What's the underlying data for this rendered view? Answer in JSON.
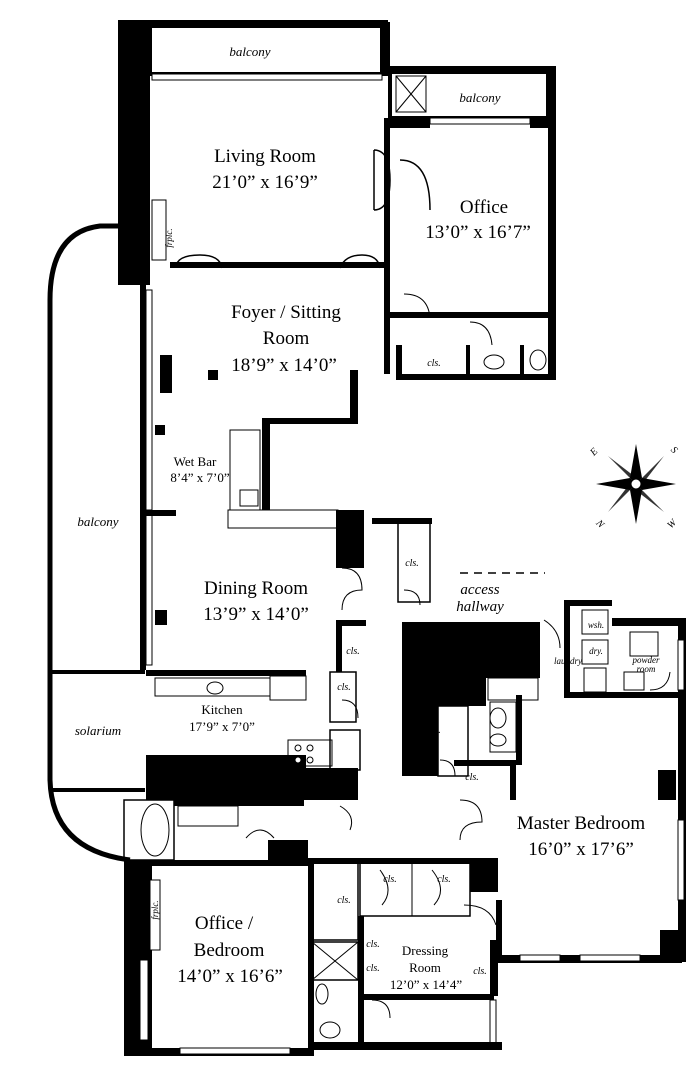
{
  "rooms": {
    "living": {
      "name": "Living Room",
      "dims": "21’0” x 16’9”"
    },
    "office": {
      "name": "Office",
      "dims": "13’0” x 16’7”"
    },
    "foyer": {
      "name1": "Foyer / Sitting",
      "name2": "Room",
      "dims": "18’9” x 14’0”"
    },
    "wetbar": {
      "name": "Wet Bar",
      "dims": "8’4” x 7’0”"
    },
    "dining": {
      "name": "Dining Room",
      "dims": "13’9” x 14’0”"
    },
    "kitchen": {
      "name": "Kitchen",
      "dims": "17’9” x 7’0”"
    },
    "master": {
      "name": "Master Bedroom",
      "dims": "16’0” x 17’6”"
    },
    "office_bedroom": {
      "name1": "Office /",
      "name2": "Bedroom",
      "dims": "14’0” x 16’6”"
    },
    "dressing": {
      "name1": "Dressing",
      "name2": "Room",
      "dims": "12’0” x 14’4”"
    }
  },
  "labels": {
    "balcony": "balcony",
    "solarium": "solarium",
    "access1": "access",
    "access2": "hallway",
    "laundry": "laundry",
    "wsh": "wsh.",
    "dry": "dry.",
    "powder1": "powder",
    "powder2": "room",
    "cls": "cls.",
    "frplc": "frplc."
  },
  "compass": {
    "n": "N",
    "s": "S",
    "e": "E",
    "w": "W"
  }
}
